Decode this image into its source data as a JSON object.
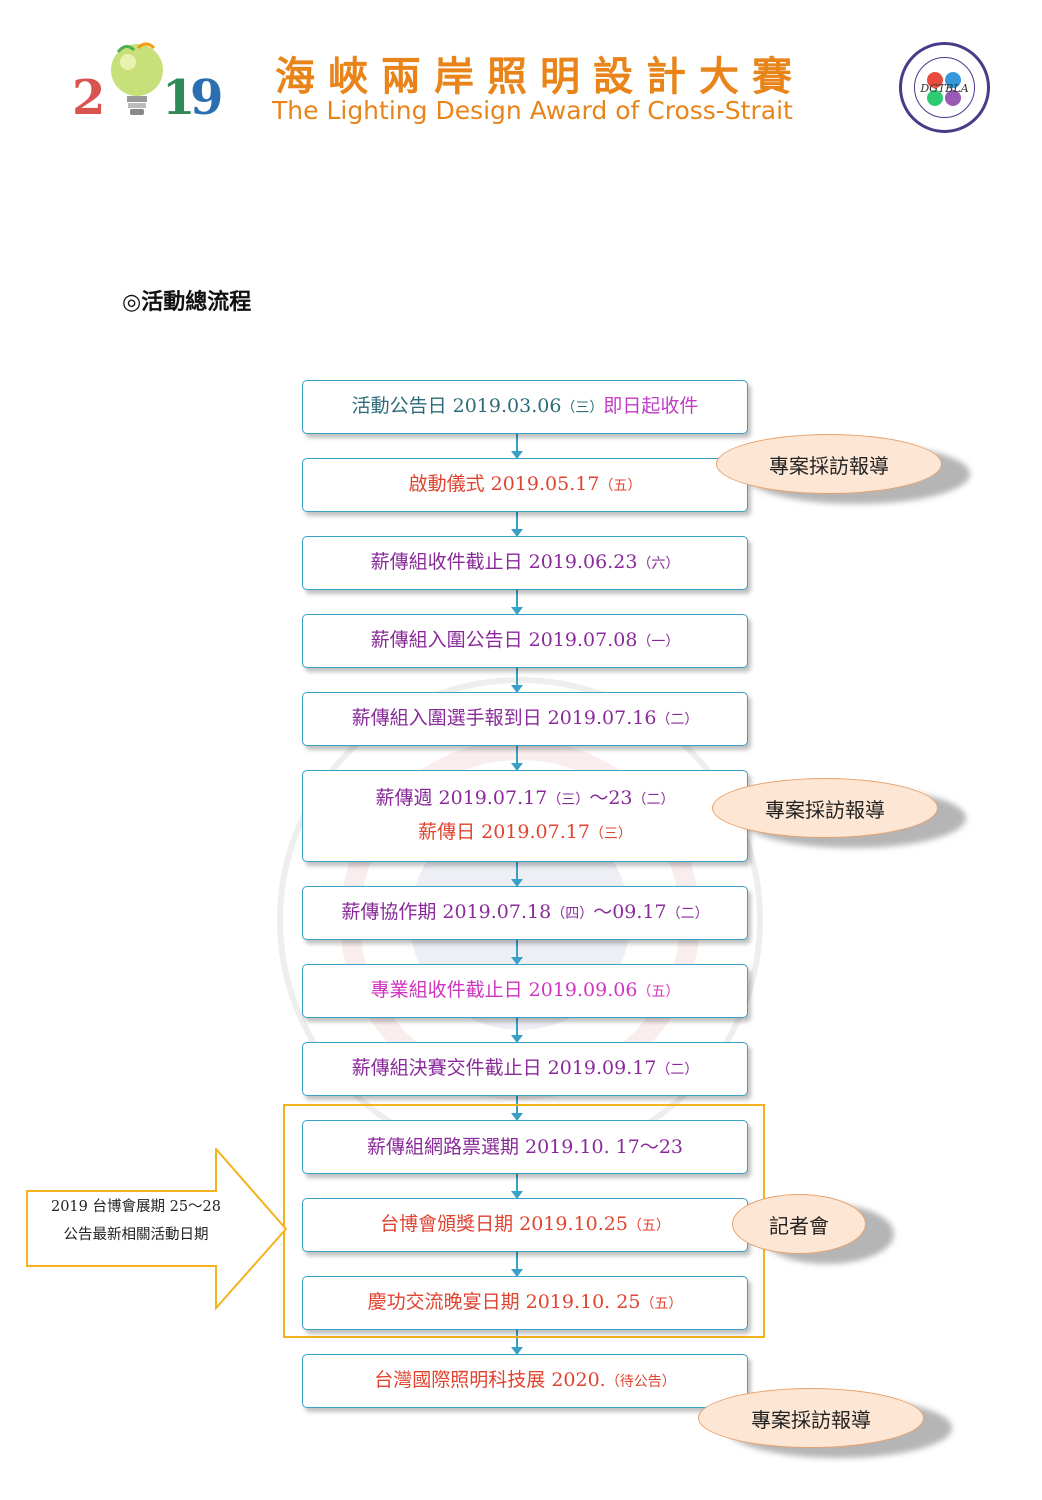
{
  "header": {
    "logo_year": [
      "2",
      "1",
      "9"
    ],
    "title_zh": "海峽兩岸照明設計大賽",
    "title_en": "The Lighting Design Award of Cross-Strait",
    "seal_text": "DGTBLA"
  },
  "section_title": "◎活動總流程",
  "flow": [
    {
      "text": "活動公告日 2019.03.06",
      "paren": "（三）",
      "extra": "即日起收件"
    },
    {
      "text": "啟動儀式 2019.05.17",
      "paren": "（五）"
    },
    {
      "text": "薪傳組收件截止日 2019.06.23",
      "paren": "（六）"
    },
    {
      "text": "薪傳組入圍公告日 2019.07.08",
      "paren": "（一）"
    },
    {
      "text": "薪傳組入圍選手報到日 2019.07.16",
      "paren": "（二）"
    },
    {
      "line1": "薪傳週 2019.07.17",
      "line1_paren": "（三）",
      "line1_b": "～23",
      "line1_paren2": "（二）",
      "line2": "薪傳日 2019.07.17",
      "line2_paren": "（三）"
    },
    {
      "text": "薪傳協作期 2019.07.18",
      "paren": "（四）",
      "extra": "～09.17",
      "paren2": "（二）"
    },
    {
      "text": "專業組收件截止日 2019.09.06",
      "paren": "（五）"
    },
    {
      "text": "薪傳組決賽交件截止日 2019.09.17",
      "paren": "（二）"
    },
    {
      "text": "薪傳組網路票選期 2019.10.  17～23"
    },
    {
      "text": "台博會頒獎日期 2019.10.25",
      "paren": "（五）"
    },
    {
      "text": "慶功交流晚宴日期 2019.10.  25",
      "paren": "（五）"
    },
    {
      "text": "台灣國際照明科技展 2020.",
      "paren": "（待公告）"
    }
  ],
  "ovals": {
    "interview_1": "專案採訪報導",
    "interview_2": "專案採訪報導",
    "press": "記者會",
    "interview_3": "專案採訪報導"
  },
  "callout": {
    "line1": "2019 台博會展期 25～28",
    "line2": "公告最新相關活動日期"
  }
}
